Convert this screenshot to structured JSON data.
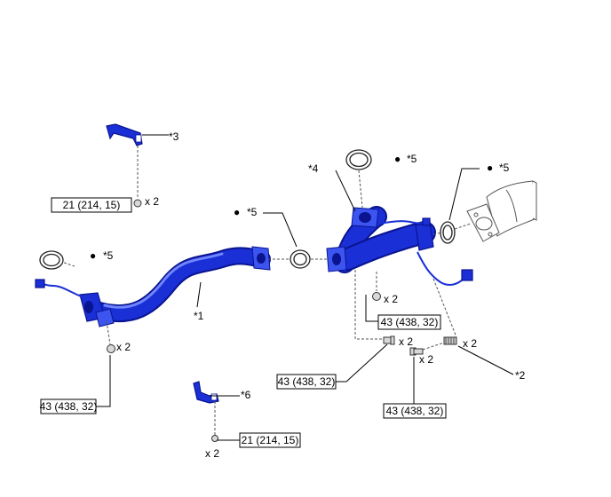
{
  "diagram": {
    "parts": {
      "p1": "*1",
      "p2": "*2",
      "p3": "*3",
      "p4": "*4",
      "p5a": "*5",
      "p5b": "*5",
      "p5c": "*5",
      "p5d": "*5",
      "p6": "*6"
    },
    "bullet": "●",
    "torques": {
      "t_bracket3": "21 (214, 15)",
      "t_left_bolt": "43 (438, 32)",
      "t_center_bolt": "43 (438, 32)",
      "t_mid_bolt": "43 (438, 32)",
      "t_lower_bolt": "43 (438, 32)",
      "t_bracket6": "21 (214, 15)"
    },
    "quantities": {
      "q_bracket3": "x 2",
      "q_left_bolt": "x 2",
      "q_center_bolt": "x 2",
      "q_mid_bolt": "x 2",
      "q_lower_bolt": "x 2",
      "q_stud": "x 2",
      "q_bracket6": "x 2"
    }
  }
}
